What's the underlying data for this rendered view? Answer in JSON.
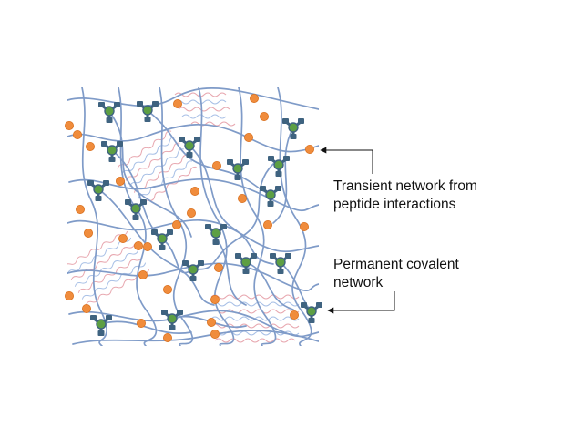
{
  "annotations": {
    "transient": {
      "line1": "Transient network from",
      "line2": "peptide interactions"
    },
    "permanent": {
      "line1": "Permanent covalent",
      "line2": "network"
    }
  },
  "colors": {
    "strand": "#7f9bc8",
    "peptide_wave_red": "#e8a8b0",
    "peptide_wave_blue": "#a8c0e6",
    "node": "#f08c3c",
    "node_edge": "#d9701e",
    "crosslinker_center": "#5d9f43",
    "crosslinker_arm": "#3f6380",
    "arrow": "#111111"
  },
  "icons": {
    "crosslinker": "trifunctional-crosslinker-icon",
    "node": "orange-bead-icon",
    "arrow": "arrow-left-icon"
  }
}
